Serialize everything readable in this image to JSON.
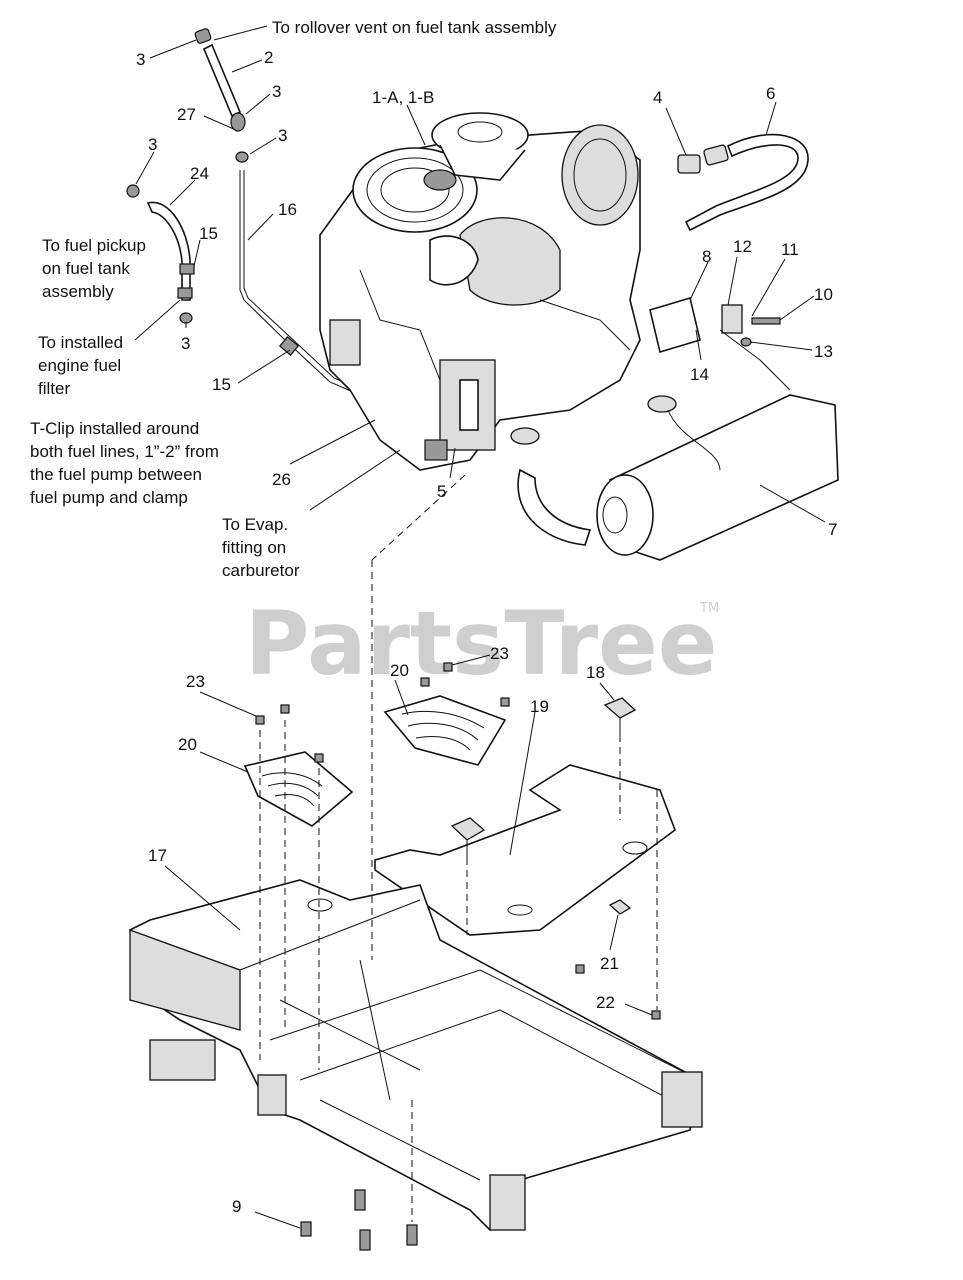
{
  "watermark": {
    "text": "PartsTree",
    "trademark": "TM"
  },
  "notes": {
    "rollover_vent": "To rollover vent on fuel tank assembly",
    "fuel_pickup": [
      "To fuel pickup",
      "on fuel tank",
      "assembly"
    ],
    "engine_filter": [
      "To installed",
      "engine fuel",
      "filter"
    ],
    "t_clip": [
      "T-Clip installed around",
      "both fuel lines, 1”-2” from",
      "the fuel pump between",
      "fuel pump and clamp"
    ],
    "evap": [
      "To Evap.",
      "fitting on",
      "carburetor"
    ]
  },
  "callouts": {
    "engine": "1-A, 1-B",
    "hose_top": "2",
    "clamp_3a": "3",
    "clamp_3b": "3",
    "clamp_3c": "3",
    "clamp_3d": "3",
    "clamp_3e": "3",
    "fitting_4": "4",
    "part_5": "5",
    "hose_6": "6",
    "muffler_7": "7",
    "gasket_8": "8",
    "bolt_9": "9",
    "bolt_10": "10",
    "clamp_11": "11",
    "part_12": "12",
    "washer_13": "13",
    "part_14": "14",
    "clip_15a": "15",
    "clip_15b": "15",
    "line_16": "16",
    "frame_17": "17",
    "knob_18": "18",
    "plate_19": "19",
    "shim_20a": "20",
    "shim_20b": "20",
    "nut_21": "21",
    "nut_22": "22",
    "screw_23a": "23",
    "screw_23b": "23",
    "hose_24": "24",
    "part_26": "26",
    "fitting_27": "27"
  }
}
